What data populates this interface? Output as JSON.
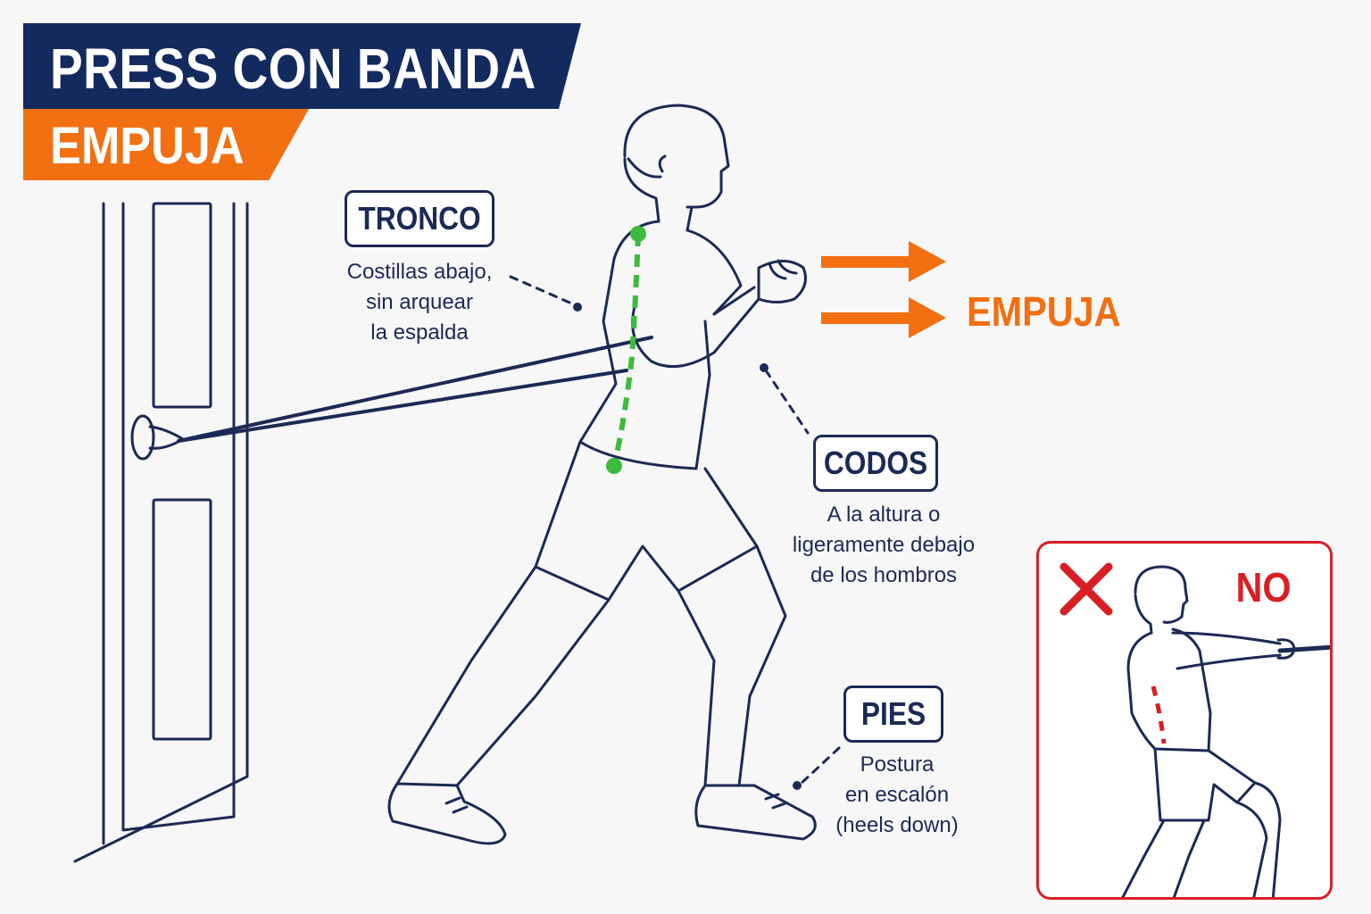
{
  "header": {
    "title": "PRESS CON BANDA",
    "subtitle": "EMPUJA"
  },
  "push_label": "EMPUJA",
  "callouts": [
    {
      "id": "tronco",
      "label": "TRONCO",
      "description": "Costillas abajo,\nsin arquear\nla espalda"
    },
    {
      "id": "codos",
      "label": "CODOS",
      "description": "A la altura o\nligeramente debajo\nde los hombros"
    },
    {
      "id": "pies",
      "label": "PIES",
      "description": "Postura\nen escalón\n(heels down)"
    }
  ],
  "wrong_example": {
    "label": "NO",
    "icon": "cross-icon"
  },
  "colors": {
    "navy": "#132a5e",
    "line": "#1b2a55",
    "orange": "#f26f12",
    "green": "#3dbb3d",
    "red": "#d91f26"
  }
}
